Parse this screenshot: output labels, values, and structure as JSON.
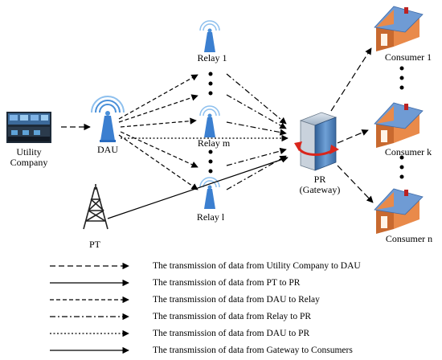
{
  "nodes": {
    "utility": {
      "label_line1": "Utility",
      "label_line2": "Company"
    },
    "dau": {
      "label": "DAU"
    },
    "relay_1": {
      "label": "Relay 1"
    },
    "relay_m": {
      "label": "Relay m"
    },
    "relay_l": {
      "label": "Relay l"
    },
    "pt": {
      "label": "PT"
    },
    "pr": {
      "label_line1": "PR",
      "label_line2": "(Gateway)"
    },
    "consumer_1": {
      "label": "Consumer 1"
    },
    "consumer_k": {
      "label": "Consumer k"
    },
    "consumer_n": {
      "label": "Consumer n"
    }
  },
  "legend": [
    {
      "text": "The transmission of data from Utility  Company to DAU",
      "style": "long-dash"
    },
    {
      "text": "The transmission of data from PT to PR",
      "style": "solid"
    },
    {
      "text": "The transmission of data from DAU to Relay",
      "style": "dash"
    },
    {
      "text": "The transmission of data from Relay to PR",
      "style": "dash-dot"
    },
    {
      "text": "The transmission of data from DAU to PR",
      "style": "dot"
    },
    {
      "text": "The transmission of data from Gateway to Consumers",
      "style": "long-dash"
    }
  ],
  "colors": {
    "house_wall": "#e98a4a",
    "house_roof": "#6f9bd4",
    "tower_blue": "#4a90d9",
    "server": "#4f7fb8",
    "arrow_red": "#d9261c"
  }
}
